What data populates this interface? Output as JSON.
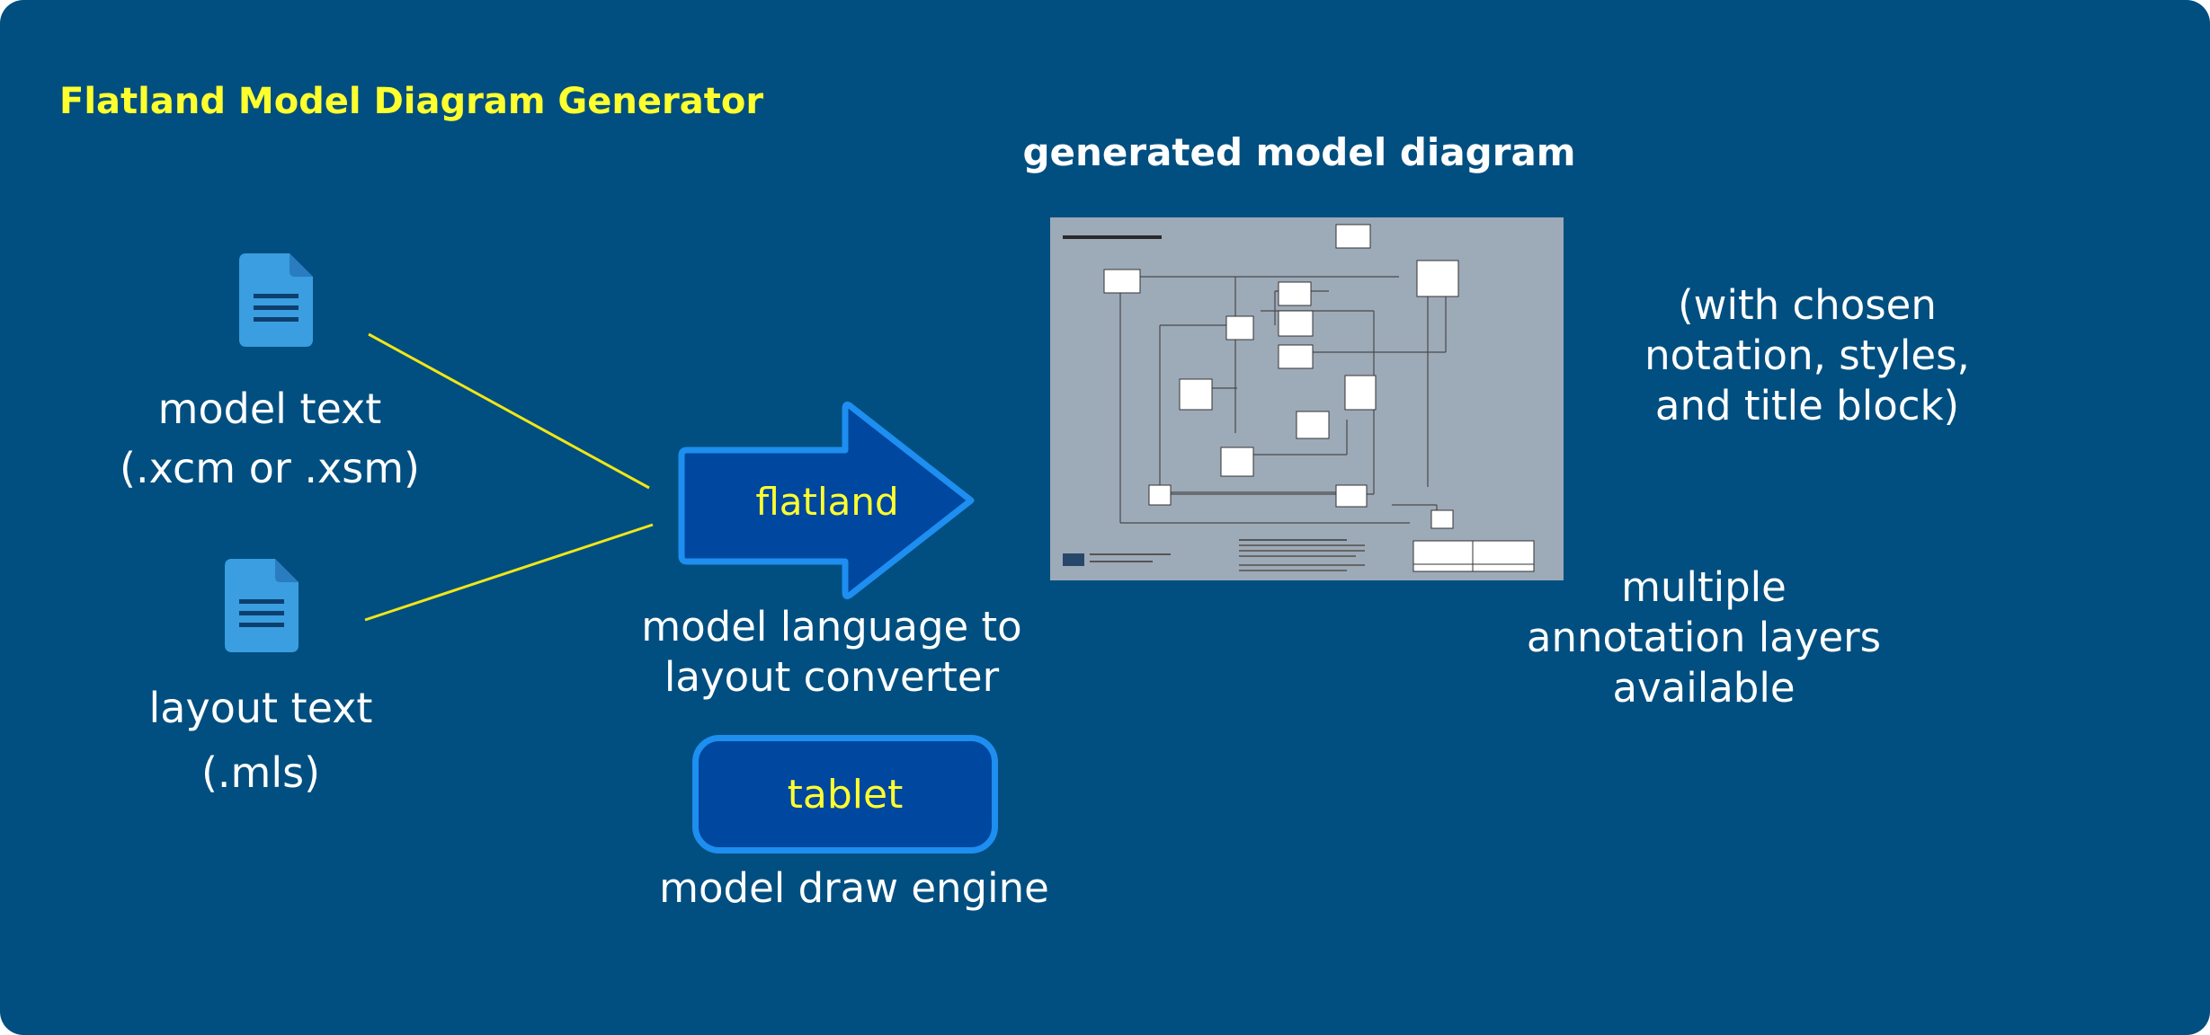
{
  "title": "Flatland Model Diagram Generator",
  "inputs": {
    "model_text": {
      "line1": "model text",
      "line2": "(.xcm or .xsm)",
      "icon": "document-icon"
    },
    "layout_text": {
      "line1": "layout text",
      "line2": "(.mls)",
      "icon": "document-icon"
    }
  },
  "flatland": {
    "label": "flatland",
    "desc_line1": "model language to",
    "desc_line2": "layout converter"
  },
  "tablet": {
    "label": "tablet",
    "desc": "model draw engine"
  },
  "output": {
    "heading": "generated model diagram",
    "notation_note": [
      "(with chosen",
      "notation, styles,",
      "and title block)"
    ],
    "layers_note": [
      "multiple",
      "annotation layers",
      "available"
    ]
  },
  "colors": {
    "background": "#004f80",
    "highlight_text": "#ffff2e",
    "arrow_fill": "#0047a0",
    "arrow_stroke": "#1e8ef0",
    "connector_line": "#f2e616",
    "icon_fill": "#3a9ee0",
    "diagram_bg": "#9daab8"
  }
}
